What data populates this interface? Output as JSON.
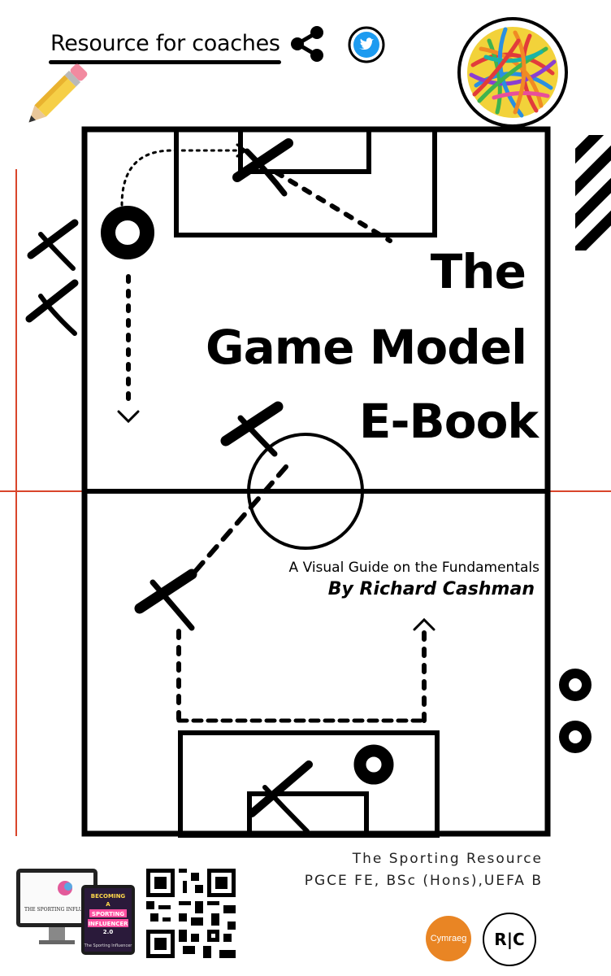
{
  "header": {
    "label": "Resource for coaches",
    "icons": {
      "share": "share-icon",
      "twitter": "twitter-icon",
      "ball": "rubber-band-ball-image",
      "pencil": "pencil-icon"
    }
  },
  "title": {
    "line1": "The",
    "line2": "Game Model",
    "line3": "E-Book"
  },
  "subtitle": "A Visual Guide on the Fundamentals",
  "author": "By Richard Cashman",
  "footer": {
    "org_name": "The Sporting Resource",
    "qualifications": "PGCE FE, BSc (Hons),UEFA B",
    "cymraeg_label": "Cymraeg",
    "logo_text": "R|C",
    "mockup_screen_text": "THE SPORTING INFLU",
    "mockup_tablet_lines": [
      "BECOMING",
      "A",
      "SPORTING",
      "INFLUENCER",
      "2.0"
    ],
    "mockup_tablet_footer": "The Sporting Influencer"
  },
  "colors": {
    "ink": "#000000",
    "accent_line": "#d9452b",
    "twitter_blue": "#1d9bf0",
    "cymraeg_orange": "#e98524"
  }
}
